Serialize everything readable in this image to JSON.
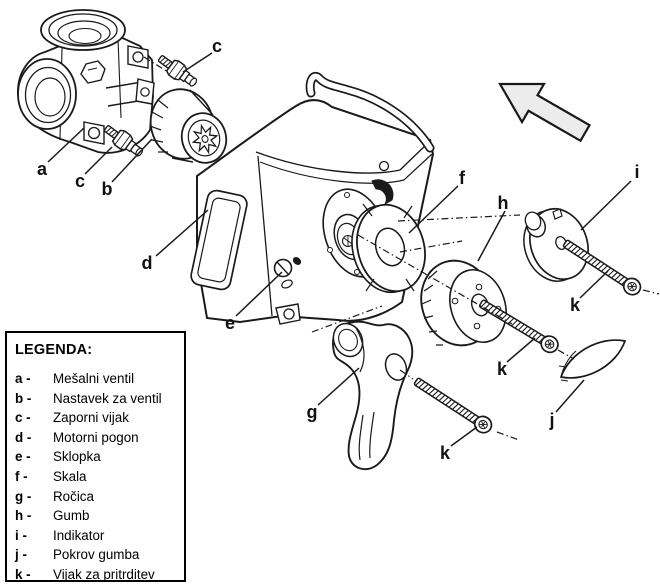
{
  "legend": {
    "title": "LEGENDA:",
    "items": [
      {
        "key": "a -",
        "label": "Mešalni ventil"
      },
      {
        "key": "b -",
        "label": "Nastavek za ventil"
      },
      {
        "key": "c -",
        "label": "Zaporni vijak"
      },
      {
        "key": "d -",
        "label": "Motorni pogon"
      },
      {
        "key": "e -",
        "label": "Sklopka"
      },
      {
        "key": "f -",
        "label": "Skala"
      },
      {
        "key": "g -",
        "label": "Ročica"
      },
      {
        "key": "h -",
        "label": "Gumb"
      },
      {
        "key": "i -",
        "label": "Indikator"
      },
      {
        "key": "j -",
        "label": "Pokrov gumba"
      },
      {
        "key": "k -",
        "label": "Vijak za pritrditev"
      }
    ]
  },
  "labels": {
    "a": "a",
    "b": "b",
    "c": "c",
    "d": "d",
    "e": "e",
    "f": "f",
    "g": "g",
    "h": "h",
    "i": "i",
    "j": "j",
    "k": "k"
  },
  "colors": {
    "line": "#1a1a1a",
    "arrow_fill": "#ececec",
    "background": "#ffffff"
  }
}
